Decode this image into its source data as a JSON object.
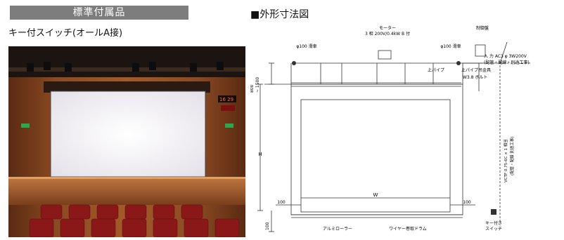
{
  "header": {
    "label": "標準付属品"
  },
  "accessory": {
    "subtitle": "キー付スイッチ(オールA接)"
  },
  "diagram": {
    "title": "■外形寸法図",
    "labels": {
      "motor": "モーター",
      "motor_spec": "3 相 200V/0.4kW B 付",
      "pulley_left": "φ100 滑車",
      "pulley_right": "φ100 滑車",
      "control_panel": "制御盤",
      "input": "入 力 AC3 φ 3W200V",
      "wiring_note": "(配管・配線・別途工事)",
      "upper_pipe": "上パイプ",
      "upper_pipe_fitting": "上パイプ吊金具",
      "bolt": "W3.8 ボルト",
      "range_top": "800",
      "range_bottom": "~ 1500",
      "height": "H",
      "width": "W",
      "margin_left": "100",
      "margin_right": "100",
      "bottom_margin": "100",
      "cable": "VCTF 0.75-6C × 1 相当",
      "cable_note": "(配管・配線 別途工事)",
      "key_switch": "キー付き",
      "key_switch_2": "スイッチ",
      "alumi_roller": "アルミローラー",
      "wire_drum": "ワイヤー巻取ドラム"
    }
  },
  "colors": {
    "header_bg": "#7d7d7d",
    "line": "#333333"
  }
}
